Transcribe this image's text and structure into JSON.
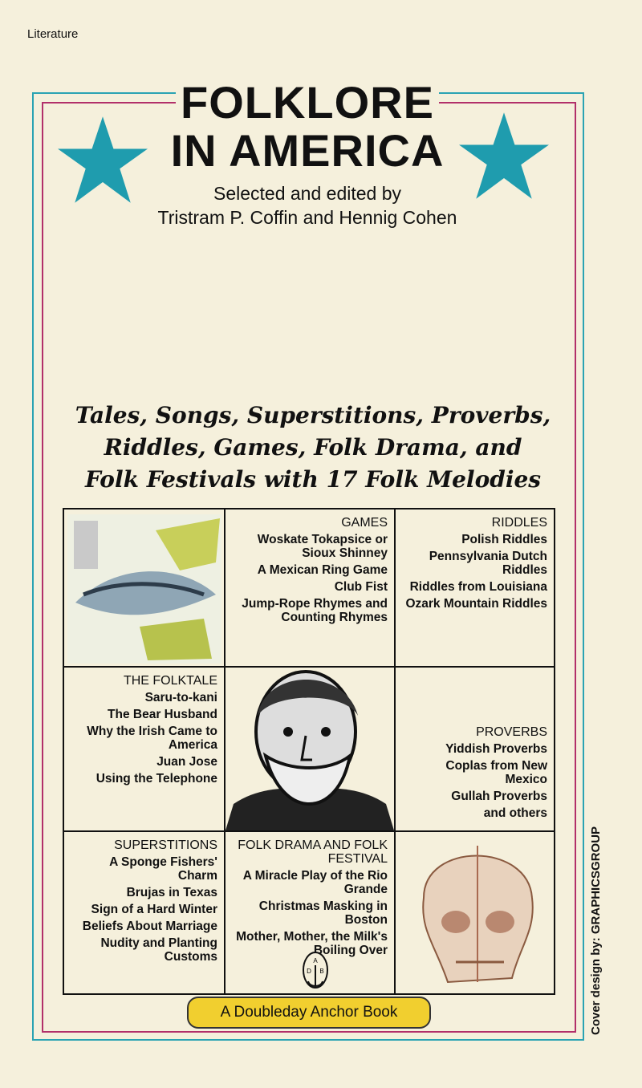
{
  "category": "Literature",
  "title": {
    "line1": "FOLKLORE",
    "line2": "IN AMERICA"
  },
  "subtitle": {
    "line1": "Selected and edited by",
    "line2": "Tristram P. Coffin and Hennig Cohen"
  },
  "tagline": [
    "Tales, Songs, Superstitions, Proverbs,",
    "Riddles, Games, Folk Drama, and",
    "Folk Festivals with 17 Folk Melodies"
  ],
  "sections": {
    "games": {
      "heading": "GAMES",
      "items": [
        "Woskate Tokapsice or Sioux Shinney",
        "A Mexican Ring Game",
        "Club Fist",
        "Jump-Rope Rhymes and Counting Rhymes"
      ]
    },
    "riddles": {
      "heading": "RIDDLES",
      "items": [
        "Polish Riddles",
        "Pennsylvania Dutch Riddles",
        "Riddles from Louisiana",
        "Ozark Mountain Riddles"
      ]
    },
    "folktale": {
      "heading": "THE FOLKTALE",
      "items": [
        "Saru-to-kani",
        "The Bear Husband",
        "Why the Irish Came to America",
        "Juan Jose",
        "Using the Telephone"
      ]
    },
    "proverbs": {
      "heading": "PROVERBS",
      "items": [
        "Yiddish Proverbs",
        "Coplas from New Mexico",
        "Gullah Proverbs",
        "and others"
      ]
    },
    "superstitions": {
      "heading": "SUPERSTITIONS",
      "items": [
        "A Sponge Fishers' Charm",
        "Brujas in Texas",
        "Sign of a Hard Winter",
        "Beliefs About Marriage",
        "Nudity and Planting Customs"
      ]
    },
    "folkdrama": {
      "heading": "FOLK DRAMA AND FOLK FESTIVAL",
      "items": [
        "A Miracle Play of the Rio Grande",
        "Christmas Masking in Boston",
        "Mother, Mother, the Milk's Boiling Over"
      ]
    }
  },
  "logo": {
    "letters": "A D B"
  },
  "publisher": "A Doubleday Anchor Book",
  "credit": "Cover design by: GRAPHICSGROUP",
  "colors": {
    "teal": "#2aa3b3",
    "magenta": "#b2306a",
    "yellow": "#f1cf2f",
    "paper": "#f5f0dc"
  }
}
